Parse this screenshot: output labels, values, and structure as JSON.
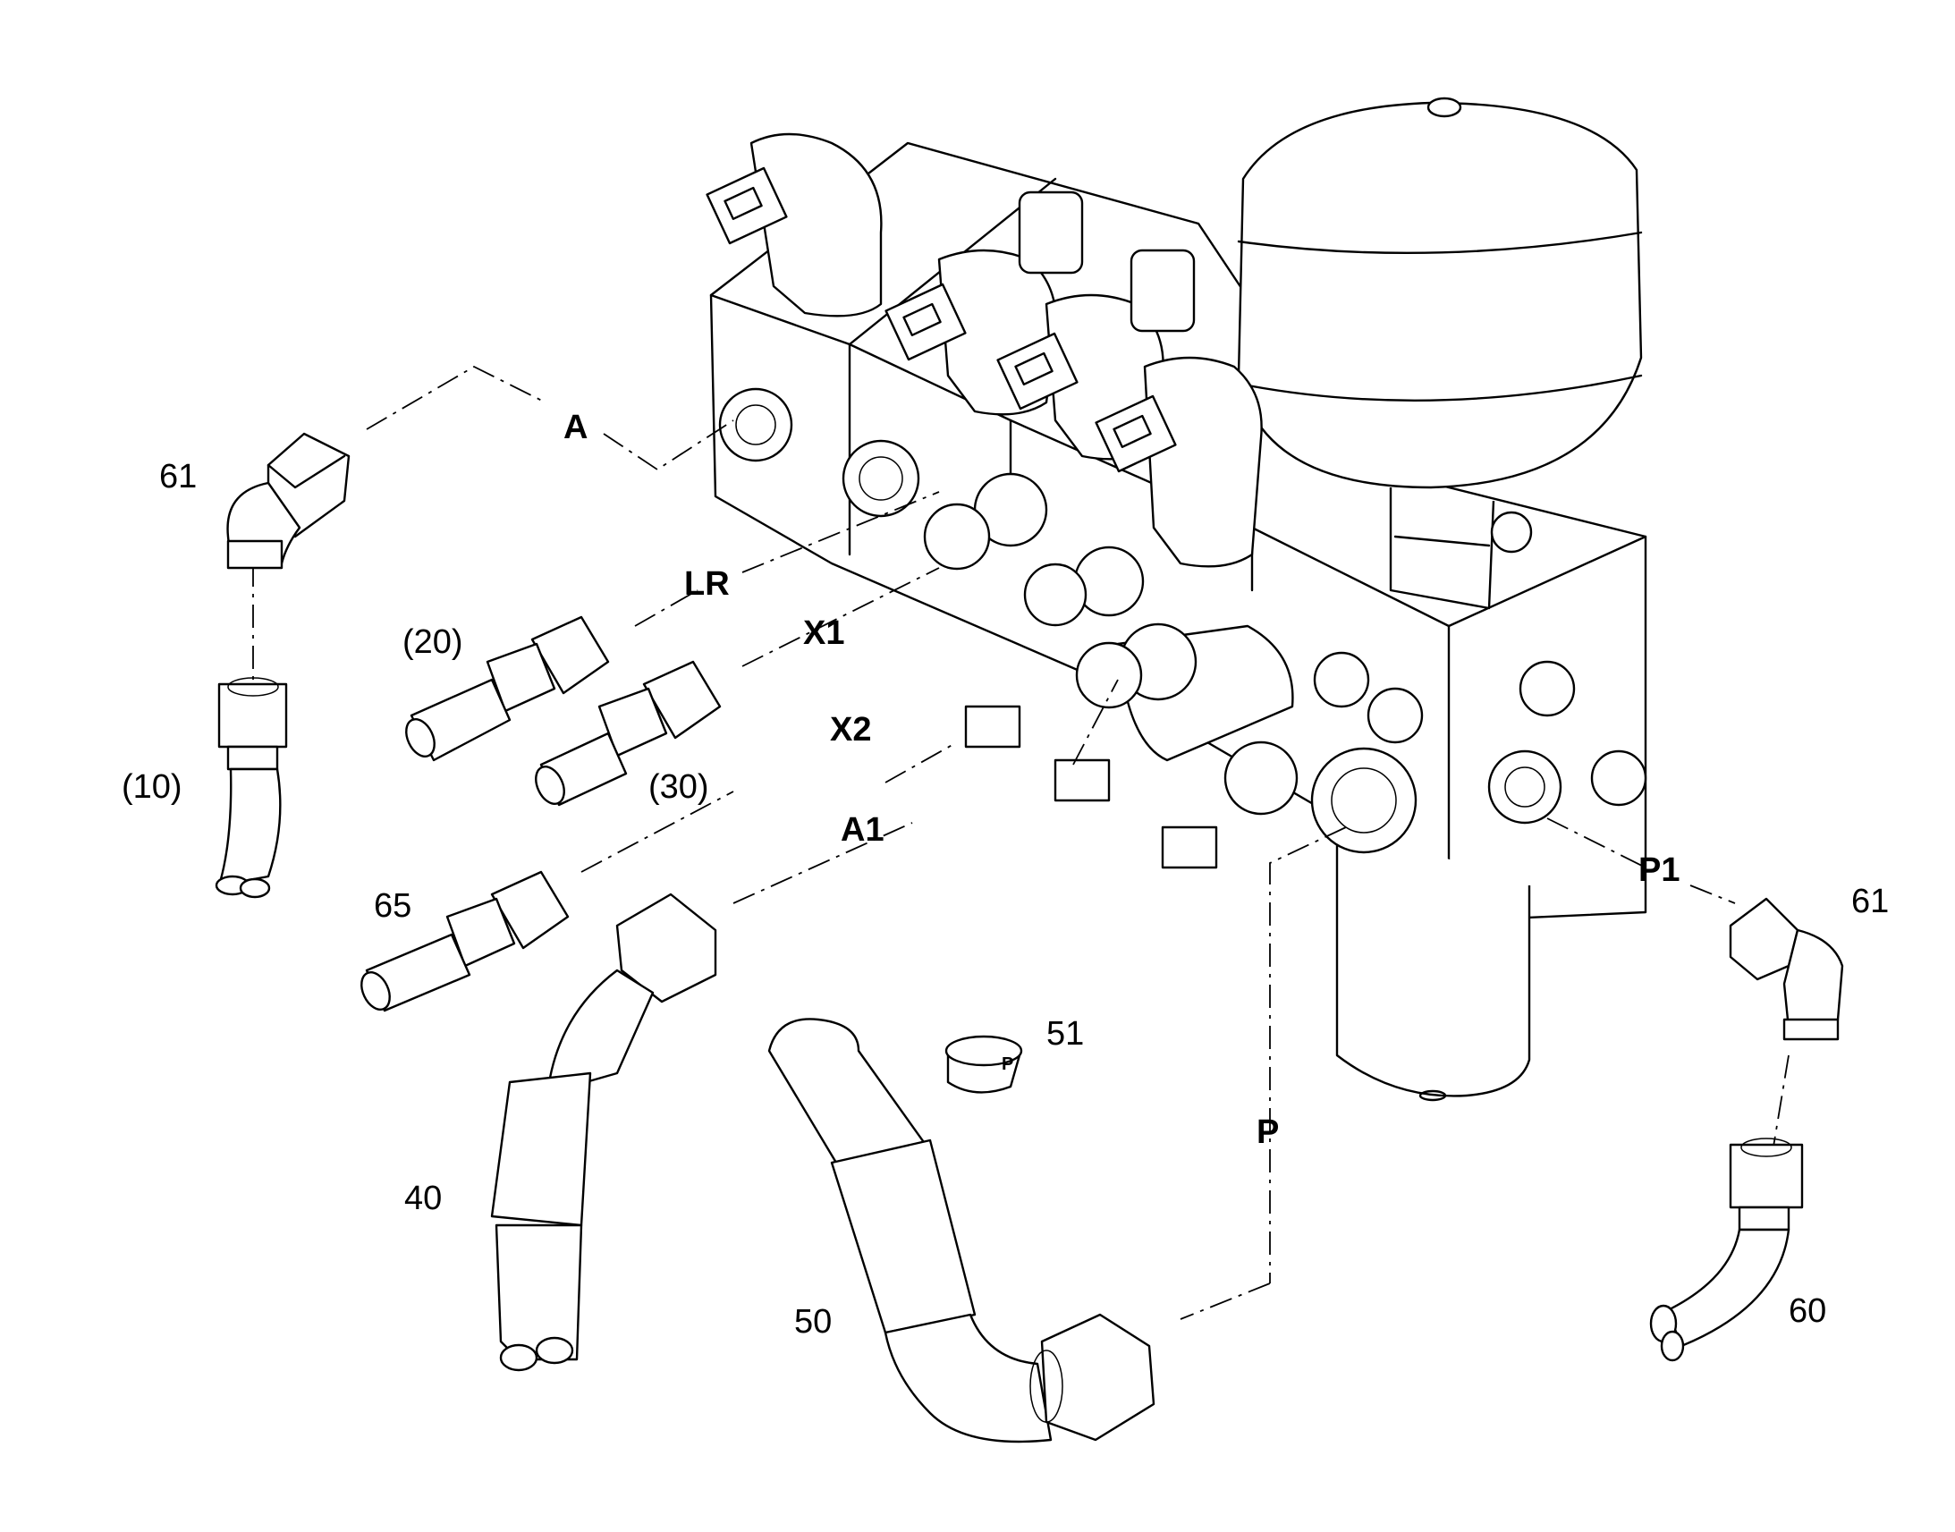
{
  "labels": {
    "part_61_left": "61",
    "part_10": "(10)",
    "part_20": "(20)",
    "part_30": "(30)",
    "part_65": "65",
    "part_40": "40",
    "part_50": "50",
    "part_51": "51",
    "part_61_right": "61",
    "part_60": "60",
    "port_A": "A",
    "port_LR": "LR",
    "port_X1": "X1",
    "port_X2": "X2",
    "port_A1": "A1",
    "port_P": "P",
    "port_P1": "P1",
    "cap_mark": "P"
  }
}
